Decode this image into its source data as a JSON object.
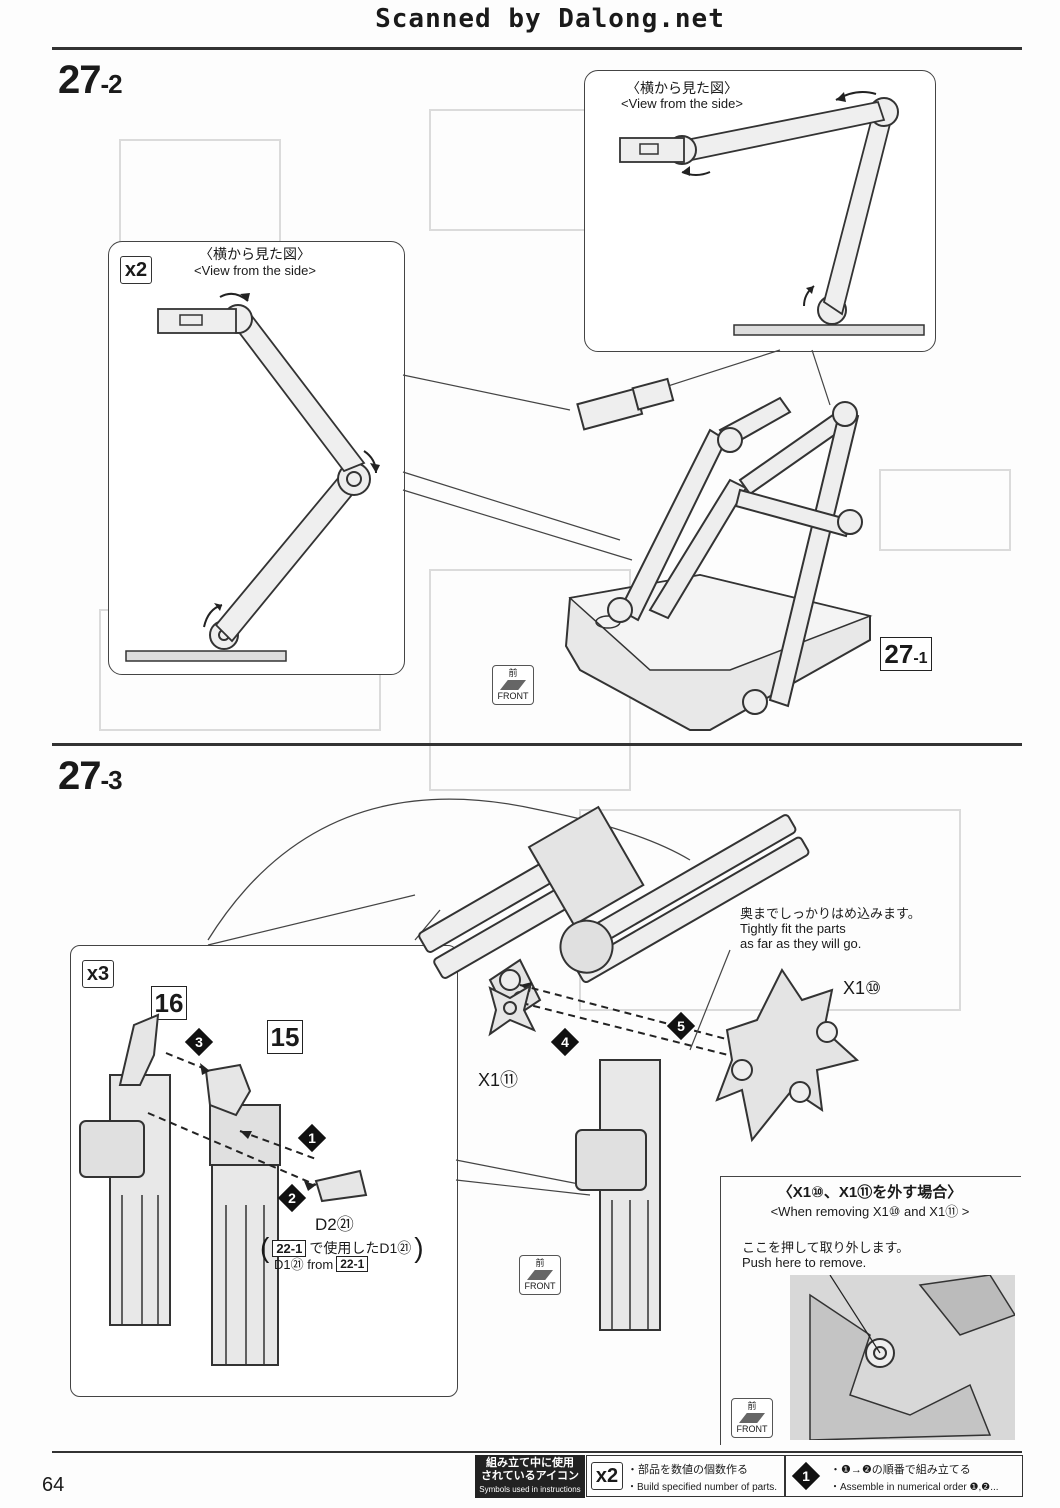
{
  "banner": "Scanned by Dalong.net",
  "step_27_2": {
    "number": "27",
    "sub": "-2",
    "left_callout": {
      "multiplier": "x2",
      "caption_jp": "〈横から見た図〉",
      "caption_en": "<View from the side>"
    },
    "right_callout": {
      "caption_jp": "〈横から見た図〉",
      "caption_en": "<View from the side>"
    },
    "ref_step": "27",
    "ref_sub": "-1",
    "front_jp": "前",
    "front_en": "FRONT"
  },
  "step_27_3": {
    "number": "27",
    "sub": "-3",
    "multiplier": "x3",
    "part_16": "16",
    "part_15": "15",
    "order_1": "1",
    "order_2": "2",
    "order_3": "3",
    "order_4": "4",
    "order_5": "5",
    "d2_label": "D2㉑",
    "d1_note_ref": "22-1",
    "d1_note_jp": "で使用したD1㉑",
    "d1_note_en_prefix": "D1㉑ from",
    "d1_note_en_ref": "22-1",
    "tip_jp": "奥までしっかりはめ込みます。",
    "tip_en_1": "Tightly fit the parts",
    "tip_en_2": "as far as they will go.",
    "x1_10": "X1⑩",
    "x1_11": "X1⑪",
    "removal_title_jp": "〈X1⑩、X1⑪を外す場合〉",
    "removal_title_en": "<When removing X1⑩ and X1⑪ >",
    "removal_tip_jp": "ここを押して取り外します。",
    "removal_tip_en": "Push here to remove.",
    "front_jp": "前",
    "front_en": "FRONT"
  },
  "footer": {
    "page_number": "64",
    "icons_label_jp_1": "組み立て中に使用",
    "icons_label_jp_2": "されているアイコン",
    "icons_label_en": "Symbols used in instructions",
    "icon1_symbol": "x2",
    "icon1_jp": "・部品を数値の個数作る",
    "icon1_en": "・Build specified number of parts.",
    "icon2_symbol": "1",
    "icon2_jp": "・❶→❷の順番で組み立てる",
    "icon2_en": "・Assemble in numerical order ❶,❷..."
  }
}
